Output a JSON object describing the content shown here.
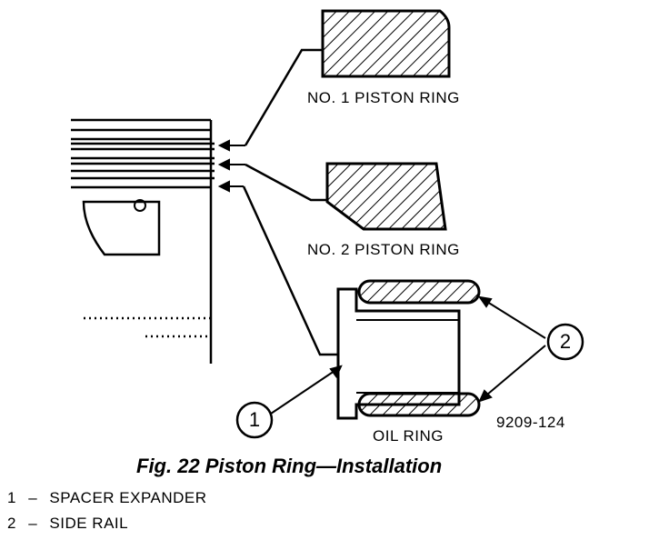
{
  "labels": {
    "ring1": "NO. 1 PISTON RING",
    "ring2": "NO. 2 PISTON RING",
    "oil": "OIL RING",
    "ref": "9209-124"
  },
  "callouts": {
    "c1": "1",
    "c2": "2"
  },
  "caption": "Fig. 22 Piston Ring—Installation",
  "legend": [
    {
      "num": "1",
      "dash": "–",
      "text": "SPACER EXPANDER"
    },
    {
      "num": "2",
      "dash": "–",
      "text": "SIDE RAIL"
    }
  ]
}
